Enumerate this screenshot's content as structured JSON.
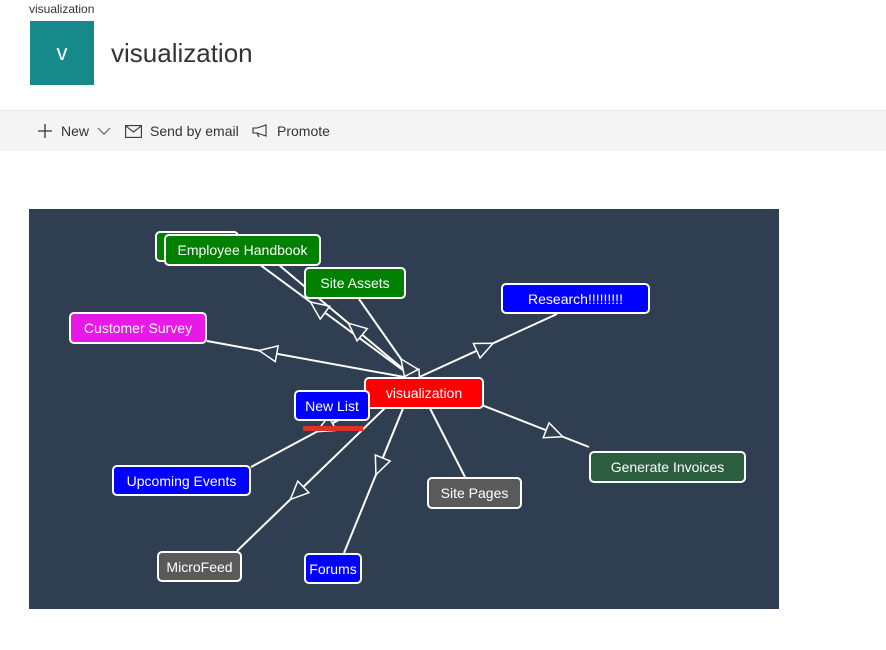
{
  "breadcrumb": "visualization",
  "site": {
    "logo_letter": "v",
    "title": "visualization",
    "logo_color": "#168a8a"
  },
  "page_title_peek": "visualization",
  "commands": {
    "new_label": "New",
    "email_label": "Send by email",
    "promote_label": "Promote"
  },
  "graph": {
    "background": "#2f3e50",
    "center": "visualization",
    "nodes": [
      {
        "id": "center",
        "label": "visualization",
        "color": "#ff0000"
      },
      {
        "id": "employee-handbook",
        "label": "Employee Handbook",
        "color": "#008000"
      },
      {
        "id": "site-assets",
        "label": "Site Assets",
        "color": "#008000"
      },
      {
        "id": "research",
        "label": "Research!!!!!!!!!",
        "color": "#0000ff"
      },
      {
        "id": "customer-survey",
        "label": "Customer Survey",
        "color": "#e619e6"
      },
      {
        "id": "new-list",
        "label": "New List",
        "color": "#0000ff"
      },
      {
        "id": "generate-invoices",
        "label": "Generate Invoices",
        "color": "#2a5e3f"
      },
      {
        "id": "upcoming-events",
        "label": "Upcoming Events",
        "color": "#0000ff"
      },
      {
        "id": "site-pages",
        "label": "Site Pages",
        "color": "#5a5a5a"
      },
      {
        "id": "microfeed",
        "label": "MicroFeed",
        "color": "#5a5a5a"
      },
      {
        "id": "forums",
        "label": "Forums",
        "color": "#0000ff"
      }
    ]
  }
}
